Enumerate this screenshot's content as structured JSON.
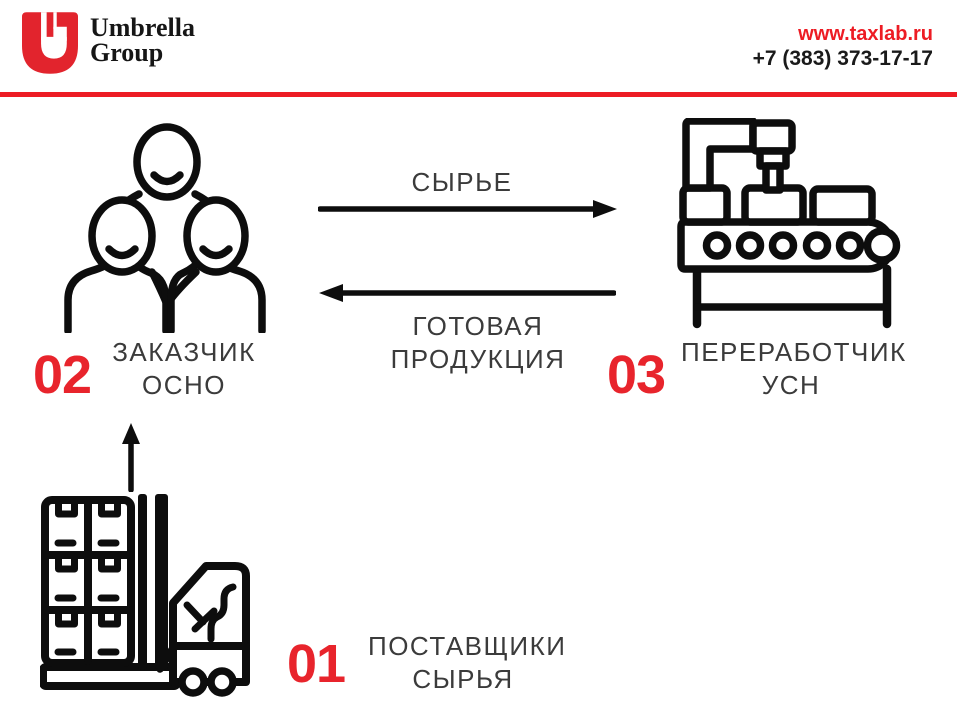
{
  "header": {
    "brand_line1": "Umbrella",
    "brand_line2": "Group",
    "website": "www.taxlab.ru",
    "phone": "+7 (383) 373-17-17"
  },
  "colors": {
    "accent_red": "#ED1C24",
    "number_red": "#E8242C",
    "label_gray": "#3B3B3B",
    "icon_black": "#0D0D0D",
    "logo_red": "#E2242D"
  },
  "diagram": {
    "nodes": [
      {
        "number": "01",
        "label_line1": "ПОСТАВЩИКИ",
        "label_line2": "СЫРЬЯ",
        "icon": "forklift-icon"
      },
      {
        "number": "02",
        "label_line1": "ЗАКАЗЧИК",
        "label_line2": "ОСНО",
        "icon": "customers-group-icon"
      },
      {
        "number": "03",
        "label_line1": "ПЕРЕРАБОТЧИК",
        "label_line2": "УСН",
        "icon": "factory-conveyor-icon"
      }
    ],
    "flows": [
      {
        "from": "02",
        "to": "03",
        "direction": "right",
        "label": "СЫРЬЕ"
      },
      {
        "from": "03",
        "to": "02",
        "direction": "left",
        "label_line1": "ГОТОВАЯ",
        "label_line2": "ПРОДУКЦИЯ"
      },
      {
        "from": "01",
        "to": "02",
        "direction": "up"
      }
    ]
  }
}
